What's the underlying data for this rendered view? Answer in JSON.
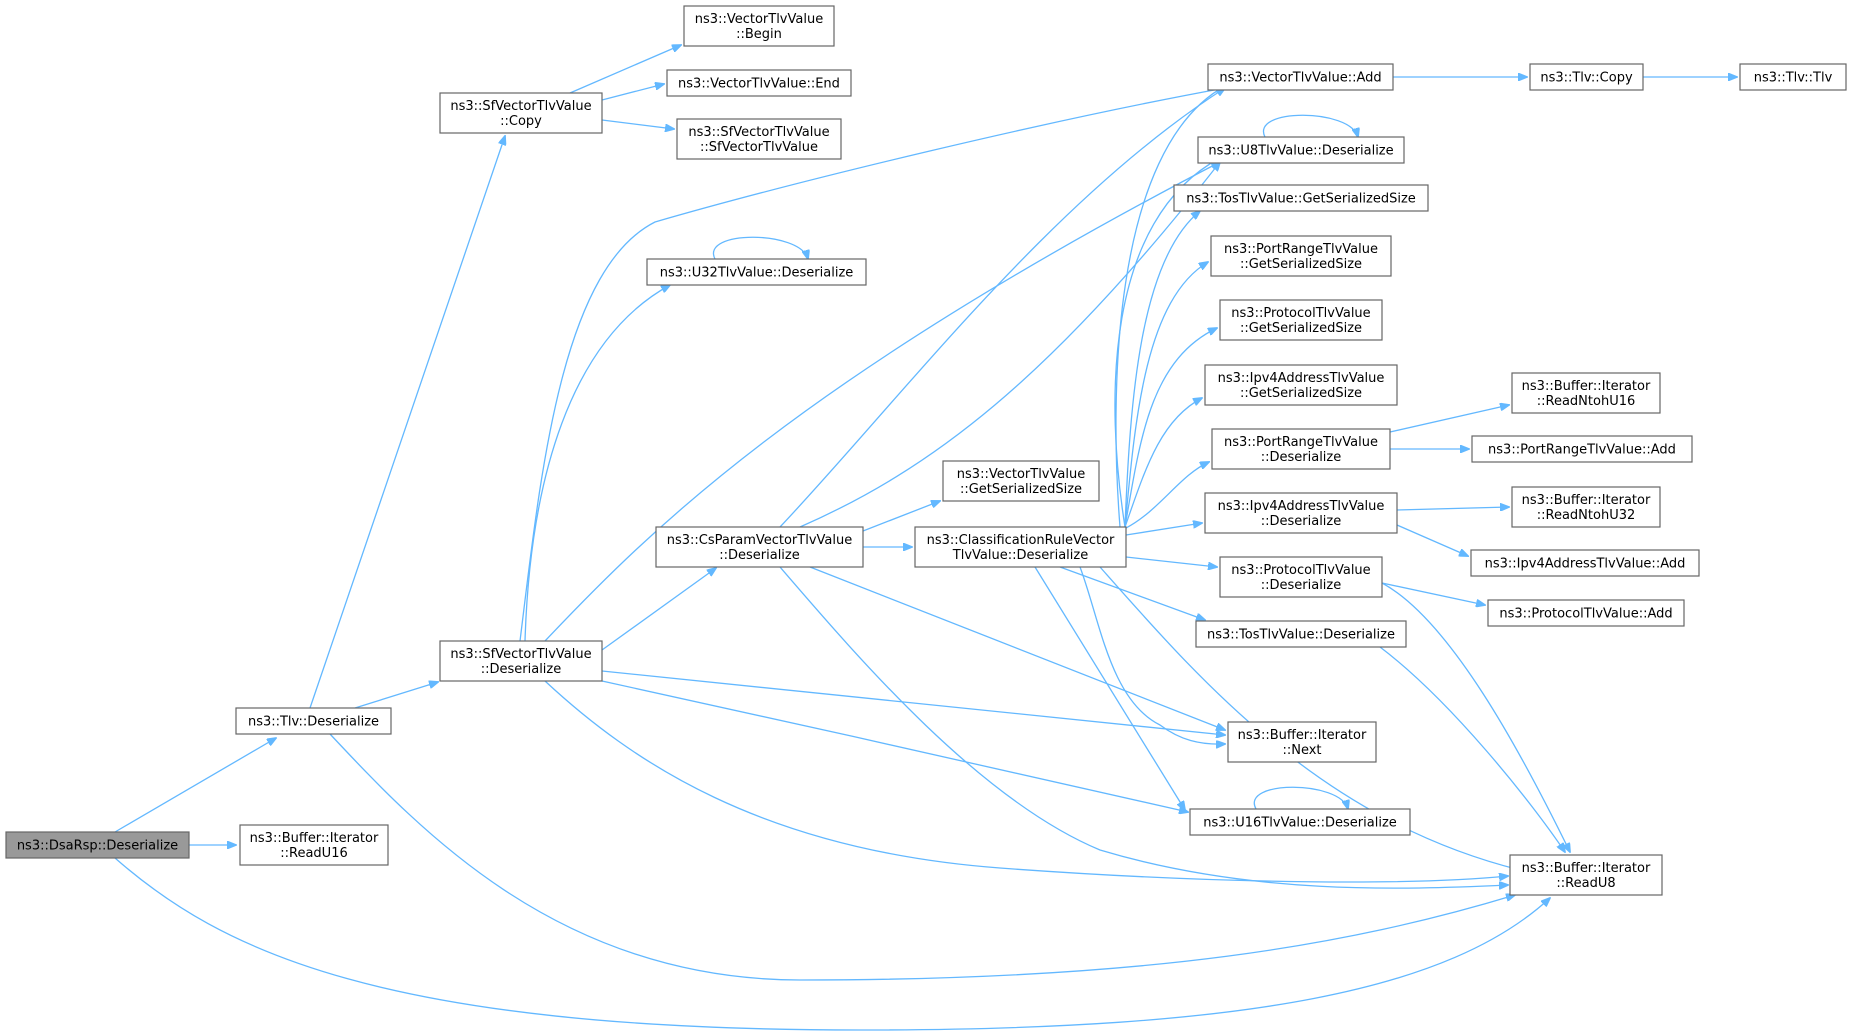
{
  "colors": {
    "edge": "#63b8ff",
    "node_border": "#666666",
    "root_fill": "#999999",
    "node_fill": "#ffffff"
  },
  "nodes": [
    {
      "id": "dsarsp_deser",
      "lines": [
        "ns3::DsaRsp::Deserialize"
      ],
      "root": true
    },
    {
      "id": "tlv_deser",
      "lines": [
        "ns3::Tlv::Deserialize"
      ]
    },
    {
      "id": "bi_readu16",
      "lines": [
        "ns3::Buffer::Iterator",
        "::ReadU16"
      ]
    },
    {
      "id": "sfv_copy",
      "lines": [
        "ns3::SfVectorTlvValue",
        "::Copy"
      ]
    },
    {
      "id": "sfv_deser",
      "lines": [
        "ns3::SfVectorTlvValue",
        "::Deserialize"
      ]
    },
    {
      "id": "vtv_begin",
      "lines": [
        "ns3::VectorTlvValue",
        "::Begin"
      ]
    },
    {
      "id": "vtv_end",
      "lines": [
        "ns3::VectorTlvValue::End"
      ]
    },
    {
      "id": "sfv_ctor",
      "lines": [
        "ns3::SfVectorTlvValue",
        "::SfVectorTlvValue"
      ]
    },
    {
      "id": "u32_deser",
      "lines": [
        "ns3::U32TlvValue::Deserialize"
      ]
    },
    {
      "id": "cspv_deser",
      "lines": [
        "ns3::CsParamVectorTlvValue",
        "::Deserialize"
      ]
    },
    {
      "id": "vtv_gss",
      "lines": [
        "ns3::VectorTlvValue",
        "::GetSerializedSize"
      ]
    },
    {
      "id": "crv_deser",
      "lines": [
        "ns3::ClassificationRuleVector",
        "TlvValue::Deserialize"
      ]
    },
    {
      "id": "vtv_add",
      "lines": [
        "ns3::VectorTlvValue::Add"
      ]
    },
    {
      "id": "u8_deser",
      "lines": [
        "ns3::U8TlvValue::Deserialize"
      ]
    },
    {
      "id": "tos_gss",
      "lines": [
        "ns3::TosTlvValue::GetSerializedSize"
      ]
    },
    {
      "id": "pr_gss",
      "lines": [
        "ns3::PortRangeTlvValue",
        "::GetSerializedSize"
      ]
    },
    {
      "id": "proto_gss",
      "lines": [
        "ns3::ProtocolTlvValue",
        "::GetSerializedSize"
      ]
    },
    {
      "id": "ipv4_gss",
      "lines": [
        "ns3::Ipv4AddressTlvValue",
        "::GetSerializedSize"
      ]
    },
    {
      "id": "pr_deser",
      "lines": [
        "ns3::PortRangeTlvValue",
        "::Deserialize"
      ]
    },
    {
      "id": "ipv4_deser",
      "lines": [
        "ns3::Ipv4AddressTlvValue",
        "::Deserialize"
      ]
    },
    {
      "id": "proto_deser",
      "lines": [
        "ns3::ProtocolTlvValue",
        "::Deserialize"
      ]
    },
    {
      "id": "tos_deser",
      "lines": [
        "ns3::TosTlvValue::Deserialize"
      ]
    },
    {
      "id": "bi_next",
      "lines": [
        "ns3::Buffer::Iterator",
        "::Next"
      ]
    },
    {
      "id": "u16_deser",
      "lines": [
        "ns3::U16TlvValue::Deserialize"
      ]
    },
    {
      "id": "bi_readu8",
      "lines": [
        "ns3::Buffer::Iterator",
        "::ReadU8"
      ]
    },
    {
      "id": "tlv_copy",
      "lines": [
        "ns3::Tlv::Copy"
      ]
    },
    {
      "id": "tlv_tlv",
      "lines": [
        "ns3::Tlv::Tlv"
      ]
    },
    {
      "id": "bi_readntohu16",
      "lines": [
        "ns3::Buffer::Iterator",
        "::ReadNtohU16"
      ]
    },
    {
      "id": "pr_add",
      "lines": [
        "ns3::PortRangeTlvValue::Add"
      ]
    },
    {
      "id": "bi_readntohu32",
      "lines": [
        "ns3::Buffer::Iterator",
        "::ReadNtohU32"
      ]
    },
    {
      "id": "ipv4_add",
      "lines": [
        "ns3::Ipv4AddressTlvValue::Add"
      ]
    },
    {
      "id": "proto_add",
      "lines": [
        "ns3::ProtocolTlvValue::Add"
      ]
    }
  ]
}
